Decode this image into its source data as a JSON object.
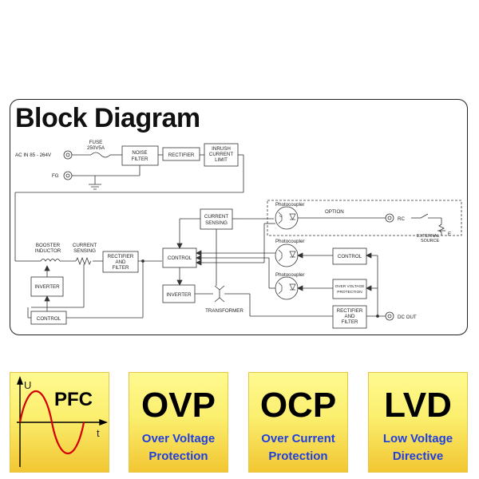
{
  "title": "Block Diagram",
  "labels": {
    "ac_in": "AC IN 85 - 264V",
    "fuse_1": "FUSE",
    "fuse_2": "250V5A",
    "noise_1": "NOISE",
    "noise_2": "FILTER",
    "rectifier": "RECTIFIER",
    "inrush_1": "INRUSH",
    "inrush_2": "CURRENT",
    "inrush_3": "LIMIT",
    "fg": "FG",
    "booster_1": "BOOSTER",
    "booster_2": "INDUCTOR",
    "cursense_1": "CURRENT",
    "cursense_2": "SENSING",
    "rect_filter_1": "RECTIFIER",
    "rect_filter_2": "AND",
    "rect_filter_3": "FILTER",
    "inverter": "INVERTER",
    "control": "CONTROL",
    "cs_box_1": "CURRENT",
    "cs_box_2": "SENSING",
    "mid_control": "CONTROL",
    "mid_inverter": "INVERTER",
    "transformer": "TRANSFORMER",
    "photocoupler": "Photocoupler",
    "option": "OPTION",
    "rc": "RC",
    "ext_1": "EXTERNAL",
    "ext_2": "SOURCE",
    "e": "E",
    "right_control": "CONTROL",
    "ovp_1": "OVER VOLTAGE",
    "ovp_2": "PROTECTION",
    "out_rf_1": "RECTIFIER",
    "out_rf_2": "AND",
    "out_rf_3": "FILTER",
    "dc_out": "DC OUT"
  },
  "features": [
    {
      "id": "pfc",
      "title": "PFC",
      "axis_u": "U",
      "axis_t": "t"
    },
    {
      "id": "ovp",
      "title": "OVP",
      "line1": "Over Voltage",
      "line2": "Protection"
    },
    {
      "id": "ocp",
      "title": "OCP",
      "line1": "Over Current",
      "line2": "Protection"
    },
    {
      "id": "lvd",
      "title": "LVD",
      "line1": "Low Voltage",
      "line2": "Directive"
    }
  ],
  "colors": {
    "card_top": "#fff990",
    "card_bottom": "#f2c632",
    "subtitle_blue": "#1f3fe0",
    "sine_red": "#d40000"
  }
}
